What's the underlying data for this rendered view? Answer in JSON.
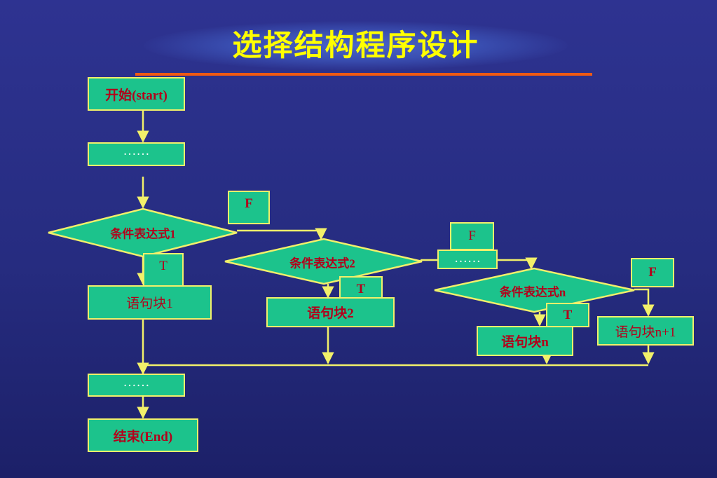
{
  "title": "选择结构程序设计",
  "colors": {
    "background": "#2e3391",
    "title": "#ffff00",
    "underline": "#f05a14",
    "node_fill": "#1cc38c",
    "node_border": "#f2f06a",
    "node_text": "#b3001b",
    "connector": "#f2f06a"
  },
  "nodes": {
    "start": "开始(start)",
    "dots_top": "……",
    "cond1": "条件表达式1",
    "cond2": "条件表达式2",
    "condn": "条件表达式n",
    "block1": "语句块1",
    "block2": "语句块2",
    "blockn": "语句块n",
    "blockn1": "语句块n+1",
    "dots_middle": "……",
    "dots_bottom": "……",
    "end": "结束(End)"
  },
  "branch_labels": {
    "f1": "F",
    "t1": "T",
    "f2": "F",
    "t2": "T",
    "fn": "F",
    "tn": "T"
  }
}
